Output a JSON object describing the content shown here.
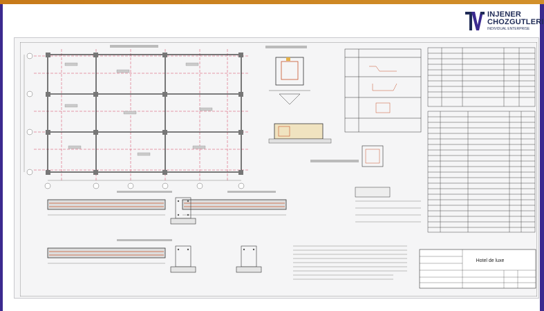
{
  "brand": {
    "name_line1": "INJENER",
    "name_line2": "CHOZGUTLERI",
    "tagline": "INDIVIDUAL ENTERPRISE",
    "colors": {
      "accent": "#3b2a8f",
      "top_band": "#c77a1a",
      "brand_text": "#1f2b56"
    }
  },
  "drawing": {
    "title_block_text": "Hotel de luxe"
  }
}
